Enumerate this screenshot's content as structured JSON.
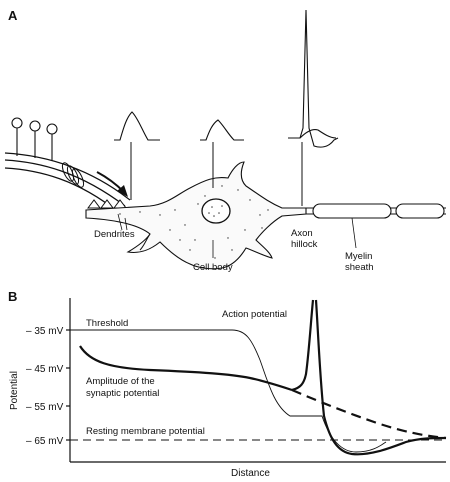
{
  "panel_a": {
    "letter": "A",
    "labels": {
      "dendrites": "Dendrites",
      "cell_body": "Cell body",
      "axon_hillock_1": "Axon",
      "axon_hillock_2": "hillock",
      "myelin_1": "Myelin",
      "myelin_2": "sheath"
    }
  },
  "panel_b": {
    "letter": "B",
    "ylabel": "Potential",
    "xlabel": "Distance",
    "yticks": [
      "– 35 mV",
      "– 45 mV",
      "– 55 mV",
      "– 65 mV"
    ],
    "labels": {
      "threshold": "Threshold",
      "action_potential": "Action potential",
      "amplitude_1": "Amplitude of the",
      "amplitude_2": "synaptic potential",
      "resting": "Resting membrane potential"
    }
  },
  "chart_data": {
    "type": "line",
    "xlabel": "Distance",
    "ylabel": "Potential",
    "ytick_values_mV": [
      -35,
      -45,
      -55,
      -65
    ],
    "series": [
      {
        "name": "Threshold",
        "style": "thin solid"
      },
      {
        "name": "Resting membrane potential",
        "style": "dashed",
        "value_mV": -65
      },
      {
        "name": "Amplitude of the synaptic potential",
        "style": "thick solid"
      },
      {
        "name": "Action potential",
        "style": "thick solid"
      }
    ]
  }
}
